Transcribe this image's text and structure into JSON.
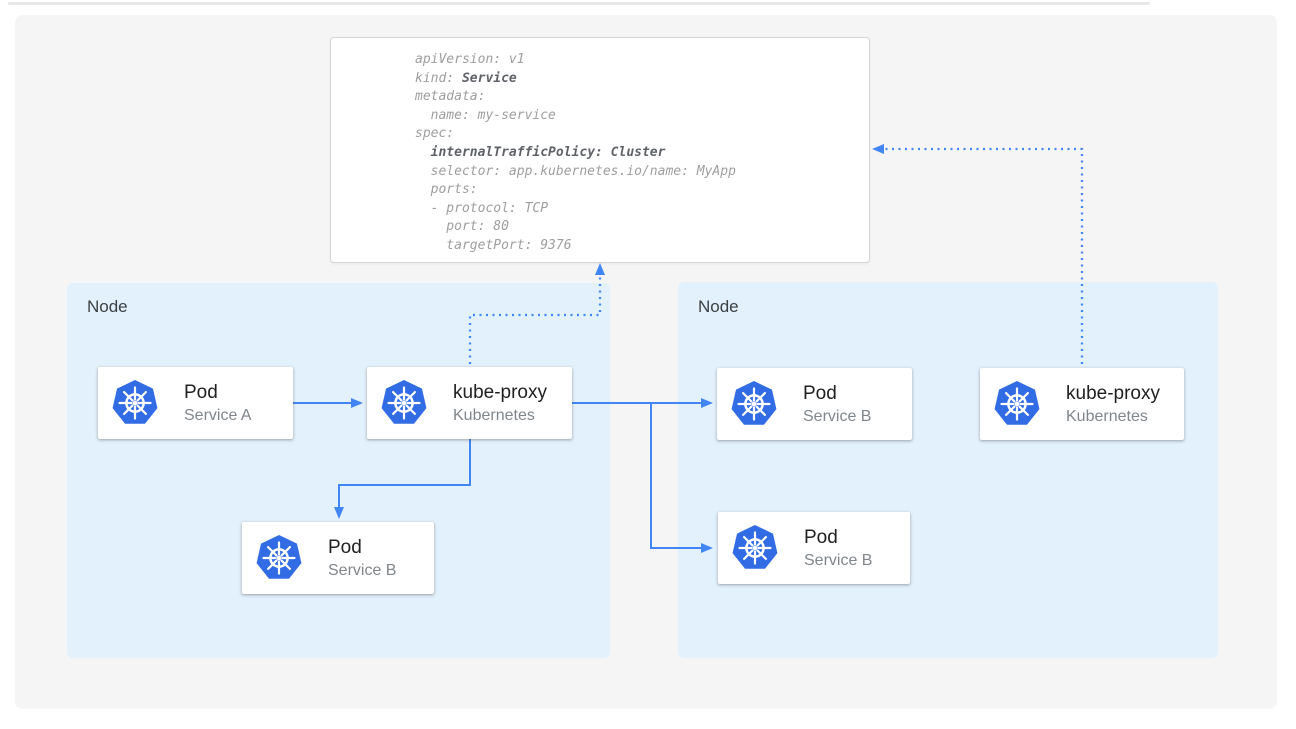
{
  "colors": {
    "arrow_blue": "#4285f4",
    "kubernetes_blue": "#326ce5",
    "node_fill": "#e3f1fd",
    "panel_fill": "#f5f5f5",
    "code_regular": "#9e9e9e",
    "code_bold": "#5f6368"
  },
  "yaml": {
    "lines": [
      {
        "pre": "apiVersion: v1"
      },
      {
        "pre": "kind: ",
        "bold": "Service"
      },
      {
        "pre": "metadata:"
      },
      {
        "pre": "  name: my-service"
      },
      {
        "pre": "spec:"
      },
      {
        "pre": "  ",
        "bold": "internalTrafficPolicy: Cluster"
      },
      {
        "pre": "  selector: app.kubernetes.io/name: MyApp"
      },
      {
        "pre": "  ports:"
      },
      {
        "pre": "  - protocol: TCP"
      },
      {
        "pre": "    port: 80"
      },
      {
        "pre": "    targetPort: 9376"
      }
    ]
  },
  "nodes": [
    {
      "label": "Node"
    },
    {
      "label": "Node"
    }
  ],
  "cards": {
    "pod_a": {
      "title": "Pod",
      "subtitle": "Service A",
      "icon": "kubernetes-icon"
    },
    "kube_proxy_left": {
      "title": "kube-proxy",
      "subtitle": "Kubernetes",
      "icon": "kubernetes-icon"
    },
    "pod_b_left": {
      "title": "Pod",
      "subtitle": "Service B",
      "icon": "kubernetes-icon"
    },
    "pod_b_right_top": {
      "title": "Pod",
      "subtitle": "Service B",
      "icon": "kubernetes-icon"
    },
    "pod_b_right_bottom": {
      "title": "Pod",
      "subtitle": "Service B",
      "icon": "kubernetes-icon"
    },
    "kube_proxy_right": {
      "title": "kube-proxy",
      "subtitle": "Kubernetes",
      "icon": "kubernetes-icon"
    }
  }
}
